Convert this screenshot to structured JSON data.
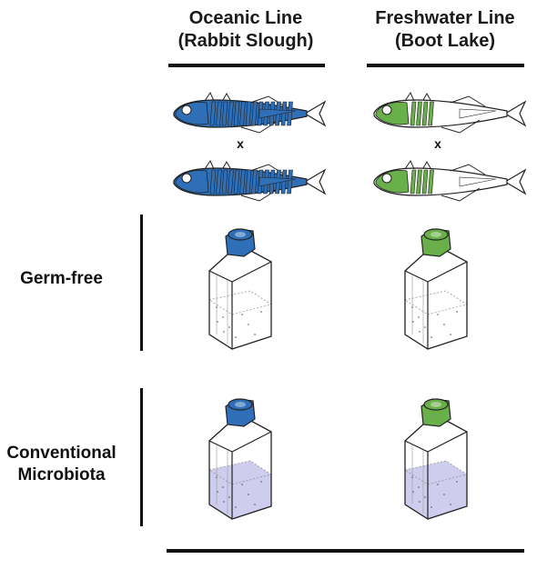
{
  "columns": [
    {
      "id": "oceanic",
      "title_line1": "Oceanic Line",
      "title_line2": "(Rabbit Slough)",
      "color": "#2f6fb8",
      "fish_fill": "#2f6fb8"
    },
    {
      "id": "freshwater",
      "title_line1": "Freshwater Line",
      "title_line2": "(Boot Lake)",
      "color": "#6ab04a",
      "fish_fill": "#ffffff"
    }
  ],
  "cross_symbol": "x",
  "rows": [
    {
      "id": "germ-free",
      "label_line1": "Germ-free",
      "label_line2": "",
      "medium_color": "#ffffff",
      "medium_tint": "none"
    },
    {
      "id": "conventional",
      "label_line1": "Conventional",
      "label_line2": "Microbiota",
      "medium_color": "#c9c8ec",
      "medium_tint": "filled"
    }
  ],
  "colors": {
    "line": "#111111",
    "flask_outline": "#222222"
  }
}
